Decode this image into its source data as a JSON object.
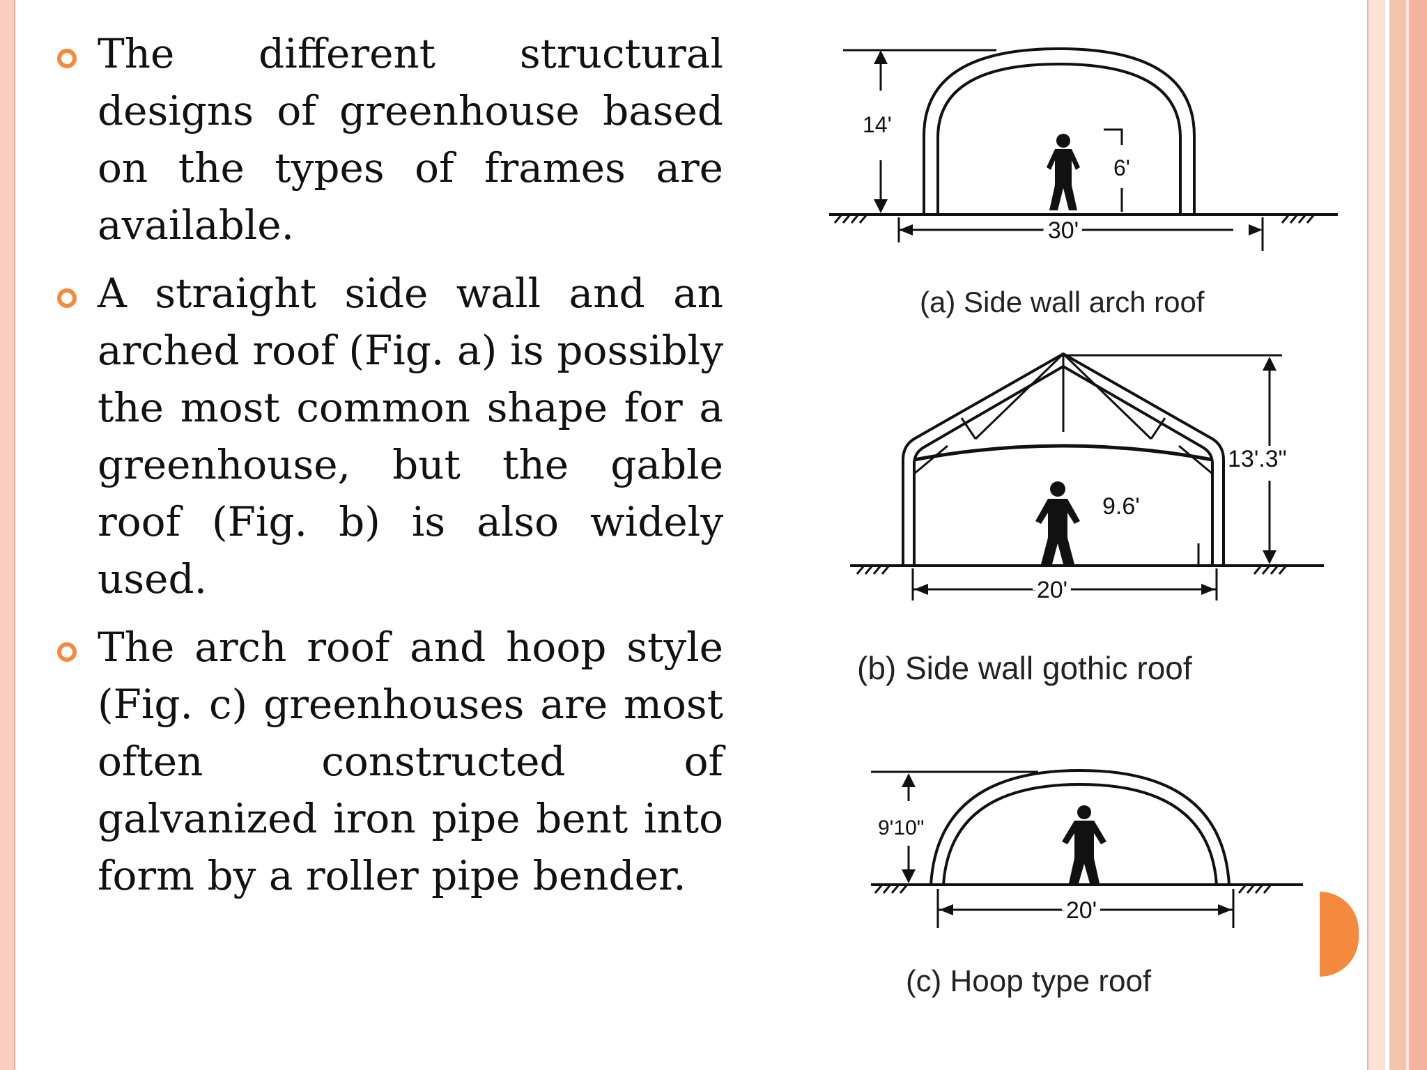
{
  "bullets": [
    {
      "text": "The different structural designs of greenhouse based on the types of frames are available."
    },
    {
      "text": "A straight side wall and an arched roof (Fig. a) is possibly the most common shape for a greenhouse, but the gable roof (Fig. b) is also widely used."
    },
    {
      "text": "The arch roof and hoop style (Fig. c) greenhouses are most often constructed of galvanized iron pipe bent into form by a roller pipe bender."
    }
  ],
  "figures": {
    "a": {
      "caption": "(a) Side wall arch roof",
      "height_label": "14'",
      "person_label": "6'",
      "width_label": "30'"
    },
    "b": {
      "caption": "(b) Side wall gothic roof",
      "height_label": "13'.3\"",
      "person_label": "9.6'",
      "width_label": "20'"
    },
    "c": {
      "caption": "(c) Hoop type roof",
      "height_label": "9'10\"",
      "width_label": "20'"
    }
  },
  "colors": {
    "bullet": "#f58a3e",
    "accent_tab": "#f58a3e",
    "border": "#f6c2b0"
  }
}
